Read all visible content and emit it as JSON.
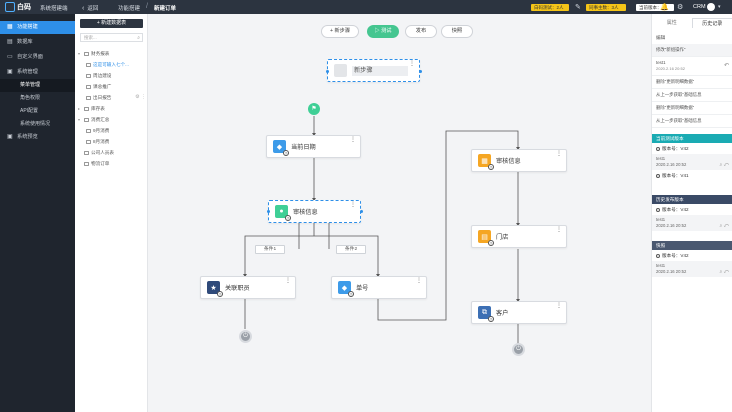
{
  "header": {
    "logo_text": "白码",
    "system_name": "系统搭建端",
    "back_label": "返回",
    "crumb_parent": "功能搭建",
    "crumb_current": "新建订单",
    "badges": [
      "白码测试：2人",
      "同事主数：3人",
      "当前版本：42"
    ],
    "crm_label": "CRM"
  },
  "leftnav": {
    "items": [
      {
        "label": "功能搭建",
        "icon": "▦",
        "active": true
      },
      {
        "label": "数据库",
        "icon": "▤",
        "active": false
      },
      {
        "label": "自定义界面",
        "icon": "▭",
        "active": false
      },
      {
        "label": "系统管理",
        "icon": "⚙",
        "active": false
      }
    ],
    "sub_items": [
      {
        "label": "菜单管理",
        "active": true
      },
      {
        "label": "角色权限",
        "active": false
      },
      {
        "label": "API配置",
        "active": false
      },
      {
        "label": "系统使用情况",
        "active": false
      }
    ],
    "last_item": {
      "label": "系统预览",
      "icon": "▣"
    }
  },
  "tree": {
    "new_button": "+ 新建数据表",
    "search_placeholder": "搜索...",
    "rows": [
      {
        "label": "财务报表",
        "level": 1,
        "toggle": "▾",
        "selected": false
      },
      {
        "label": "这是可输入七个...",
        "level": 2,
        "toggle": "",
        "selected": true
      },
      {
        "label": "周边建设",
        "level": 2,
        "toggle": "",
        "selected": false
      },
      {
        "label": "课总推广",
        "level": 2,
        "toggle": "",
        "selected": false
      },
      {
        "label": "出日报告",
        "level": 2,
        "toggle": "",
        "selected": false,
        "menu": true
      },
      {
        "label": "库存表",
        "level": 1,
        "toggle": "▸",
        "selected": false
      },
      {
        "label": "消费汇总",
        "level": 1,
        "toggle": "▾",
        "selected": false
      },
      {
        "label": "9月消费",
        "level": 2,
        "toggle": "",
        "selected": false
      },
      {
        "label": "8月消费",
        "level": 2,
        "toggle": "",
        "selected": false
      },
      {
        "label": "公司人员表",
        "level": 1,
        "toggle": "",
        "selected": false
      },
      {
        "label": "物流订单",
        "level": 1,
        "toggle": "",
        "selected": false
      }
    ]
  },
  "toolbar": {
    "new_step": "+ 新步骤",
    "test": "▷ 测试",
    "publish": "发布",
    "quick_view": "快照"
  },
  "nodes": {
    "new_step": "新步骤",
    "current_date": "当前日期",
    "review_info_left": "审核信息",
    "related_staff": "关联职员",
    "order_no": "单号",
    "review_info_right": "审核信息",
    "store": "门店",
    "customer": "客户"
  },
  "conditions": {
    "c1": "条件1",
    "c2": "条件2"
  },
  "right_panel": {
    "tabs": [
      "属性",
      "历史记录"
    ],
    "top_section": "编辑",
    "history": [
      {
        "text": "修改\"新组操作\"",
        "gray": true
      },
      {
        "text": "test1",
        "sub": "2020.2.16   20:52",
        "undo": true
      },
      {
        "text": "删除\"更新明细数据\"",
        "gray": false
      },
      {
        "text": "从上一步获取\"基础信息",
        "gray": false
      },
      {
        "text": "删除\"更新明细数据\"",
        "gray": false
      },
      {
        "text": "从上一步获取\"基础信息",
        "gray": false
      }
    ],
    "sections": [
      {
        "title": "当前测试版本",
        "color": "teal",
        "versions": [
          {
            "version": "版本号：V42",
            "user": "test1",
            "time": "2020.2.16   20:52"
          },
          {
            "version": "版本号：V41",
            "user": "",
            "time": ""
          }
        ]
      },
      {
        "title": "历史发布版本",
        "color": "navy",
        "versions": [
          {
            "version": "版本号：V42",
            "user": "test1",
            "time": "2020.2.16   20:52"
          }
        ]
      },
      {
        "title": "快照",
        "color": "slate",
        "versions": [
          {
            "version": "版本号：V42",
            "user": "test1",
            "time": "2020.2.16   20:52"
          }
        ]
      }
    ]
  }
}
